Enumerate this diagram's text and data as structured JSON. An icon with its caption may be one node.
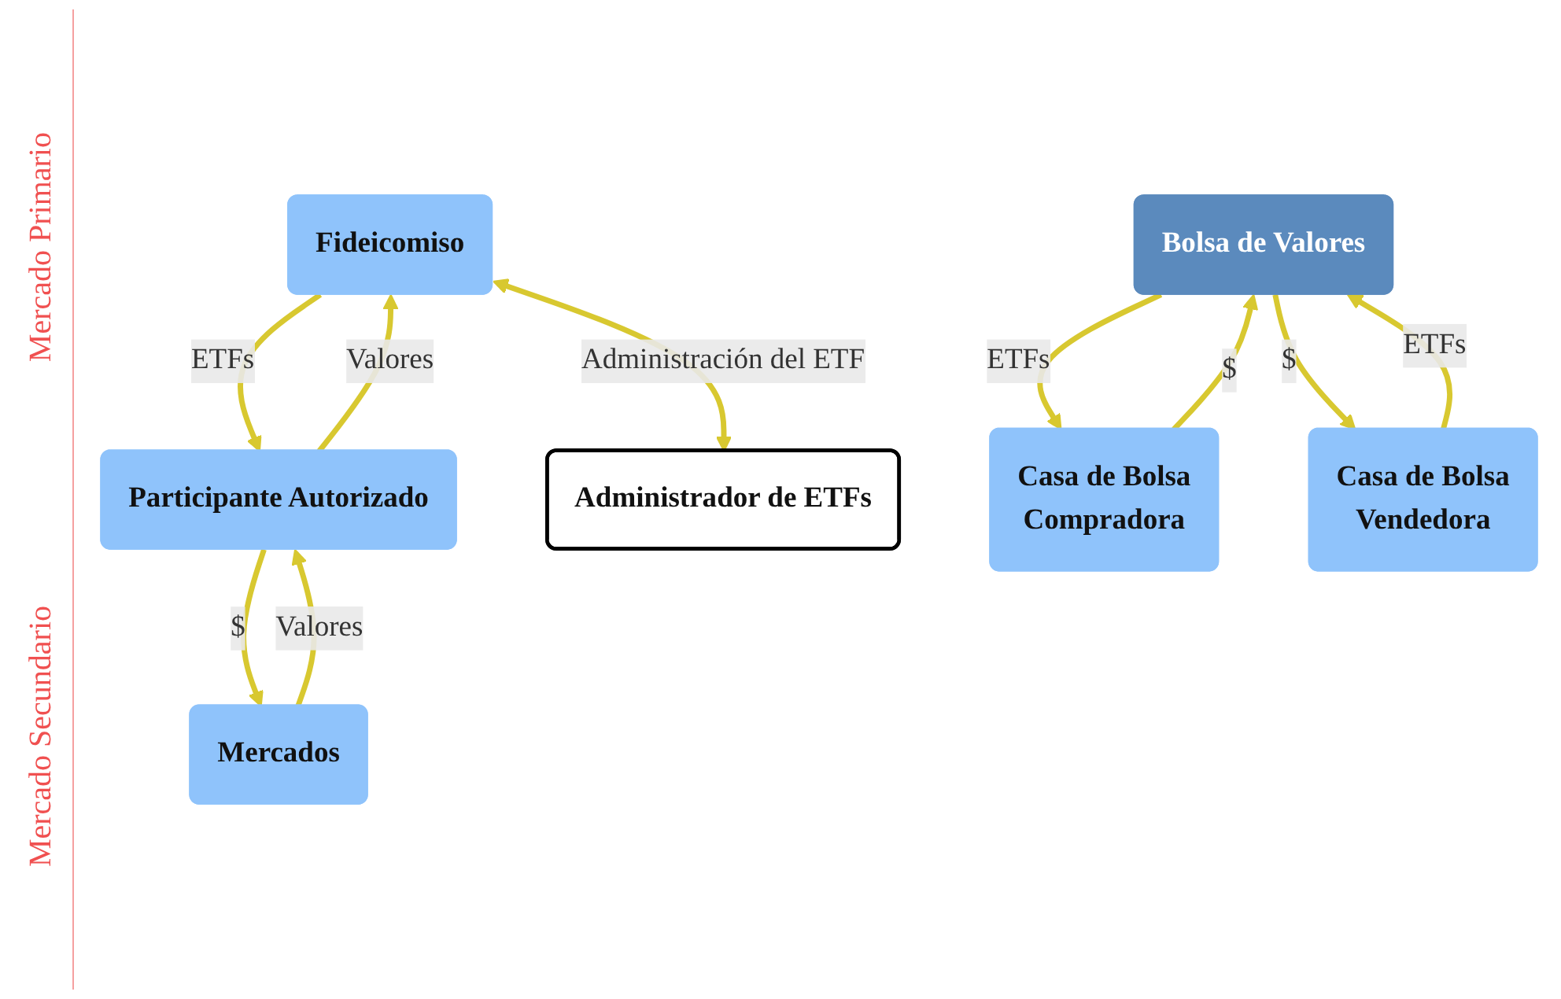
{
  "diagram": {
    "nodes": [
      {
        "text": [
          "Fideicomiso"
        ]
      },
      {
        "text": [
          "Participante Autorizado"
        ]
      },
      {
        "text": [
          "Mercados"
        ]
      },
      {
        "text": [
          "Administrador de ETFs"
        ]
      },
      {
        "text": [
          "Bolsa de Valores"
        ]
      },
      {
        "text": [
          "Casa de Bolsa",
          "Compradora"
        ]
      },
      {
        "text": [
          "Casa de Bolsa",
          "Vendedora"
        ]
      }
    ],
    "edges": [
      {
        "from": 0,
        "to": 1,
        "arrow": "to",
        "label": "ETFs"
      },
      {
        "from": 1,
        "to": 0,
        "arrow": "to",
        "label": "Valores"
      },
      {
        "from": 1,
        "to": 2,
        "arrow": "to",
        "label": "$"
      },
      {
        "from": 2,
        "to": 1,
        "arrow": "to",
        "label": "Valores"
      },
      {
        "from": 0,
        "to": 3,
        "arrow": "both",
        "label": "Administración del ETF"
      },
      {
        "from": 5,
        "to": 4,
        "arrow": "to",
        "label": "$"
      },
      {
        "from": 4,
        "to": 5,
        "arrow": "to",
        "label": "ETFs"
      },
      {
        "from": 6,
        "to": 4,
        "arrow": "to",
        "label": "ETFs"
      },
      {
        "from": 4,
        "to": 6,
        "arrow": "to",
        "label": "$"
      }
    ],
    "labels": [
      "Mercado Primario",
      "Mercado Secundario"
    ]
  }
}
